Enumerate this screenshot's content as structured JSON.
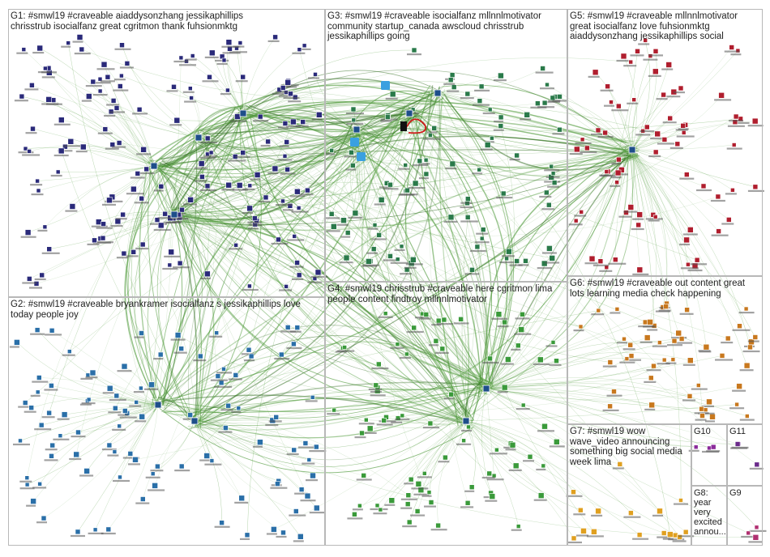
{
  "colors": {
    "edge_green": "#4f9a3a",
    "edge_dark": "#2f6b1e",
    "node_G1": "#2a2a7a",
    "node_G2": "#2a6fa8",
    "node_G3": "#2a7a4a",
    "node_G4": "#3a9a3a",
    "node_G5": "#b01e2e",
    "node_G6": "#c8781e",
    "node_G7": "#e0a020",
    "node_G8": "#b03070",
    "node_G9": "#b03070",
    "node_G10": "#8a2a9a",
    "node_G11": "#6a2a8a",
    "pane_border": "#b8b8b8",
    "background": "#ffffff"
  },
  "groups": [
    {
      "id": "G1",
      "label": "G1: #smwl19 #craveable aiaddysonzhang jessikaphillips chrisstrub isocialfanz great cgritmon thank fuhsionmktg"
    },
    {
      "id": "G2",
      "label": "G2: #smwl19 #craveable bryankramer isocialfanz s jessikaphillips love today people joy"
    },
    {
      "id": "G3",
      "label": "G3: #smwl19 #craveable isocialfanz mllnnlmotivator community startup_canada awscloud chrisstrub jessikaphillips going"
    },
    {
      "id": "G4",
      "label": "G4: #smwl19 chrisstrub #craveable here cgritmon lima people content findtroy mllnnlmotivator"
    },
    {
      "id": "G5",
      "label": "G5: #smwl19 #craveable mllnnlmotivator great isocialfanz love fuhsionmktg aiaddysonzhang jessikaphillips social"
    },
    {
      "id": "G6",
      "label": "G6: #smwl19 #craveable out content great lots learning media check happening"
    },
    {
      "id": "G7",
      "label": "G7: #smwl19 wow wave_video announcing something big social media week lima"
    },
    {
      "id": "G8",
      "label": "G8: year very excited annou..."
    },
    {
      "id": "G9",
      "label": "G9"
    },
    {
      "id": "G10",
      "label": "G10"
    },
    {
      "id": "G11",
      "label": "G11"
    }
  ]
}
